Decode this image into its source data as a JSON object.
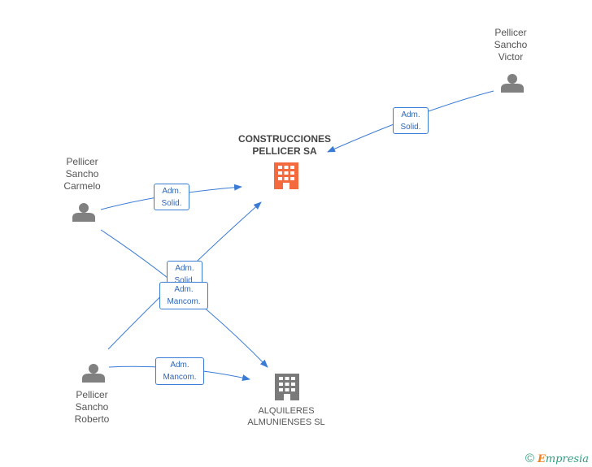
{
  "nodes": {
    "victor": {
      "lines": [
        "Pellicer",
        "Sancho",
        "Victor"
      ]
    },
    "carmelo": {
      "lines": [
        "Pellicer",
        "Sancho",
        "Carmelo"
      ]
    },
    "roberto": {
      "lines": [
        "Pellicer",
        "Sancho",
        "Roberto"
      ]
    },
    "construcciones": {
      "lines": [
        "CONSTRUCCIONES",
        "PELLICER SA"
      ]
    },
    "alquileres": {
      "lines": [
        "ALQUILERES",
        "ALMUNIENSES SL"
      ]
    }
  },
  "edges": {
    "victor_construcciones": [
      "Adm.",
      "Solid."
    ],
    "carmelo_construcciones": [
      "Adm.",
      "Solid."
    ],
    "roberto_construcciones": [
      "Adm.",
      "Solid."
    ],
    "carmelo_alquileres": [
      "Adm.",
      "Mancom."
    ],
    "roberto_alquileres": [
      "Adm.",
      "Mancom."
    ]
  },
  "colors": {
    "edge": "#3a7bd5",
    "person": "#808080",
    "company_main": "#f26a3d",
    "company_other": "#7a7a7a"
  },
  "footer": {
    "copyright": "©",
    "brand_first": "E",
    "brand_rest": "mpresia"
  }
}
